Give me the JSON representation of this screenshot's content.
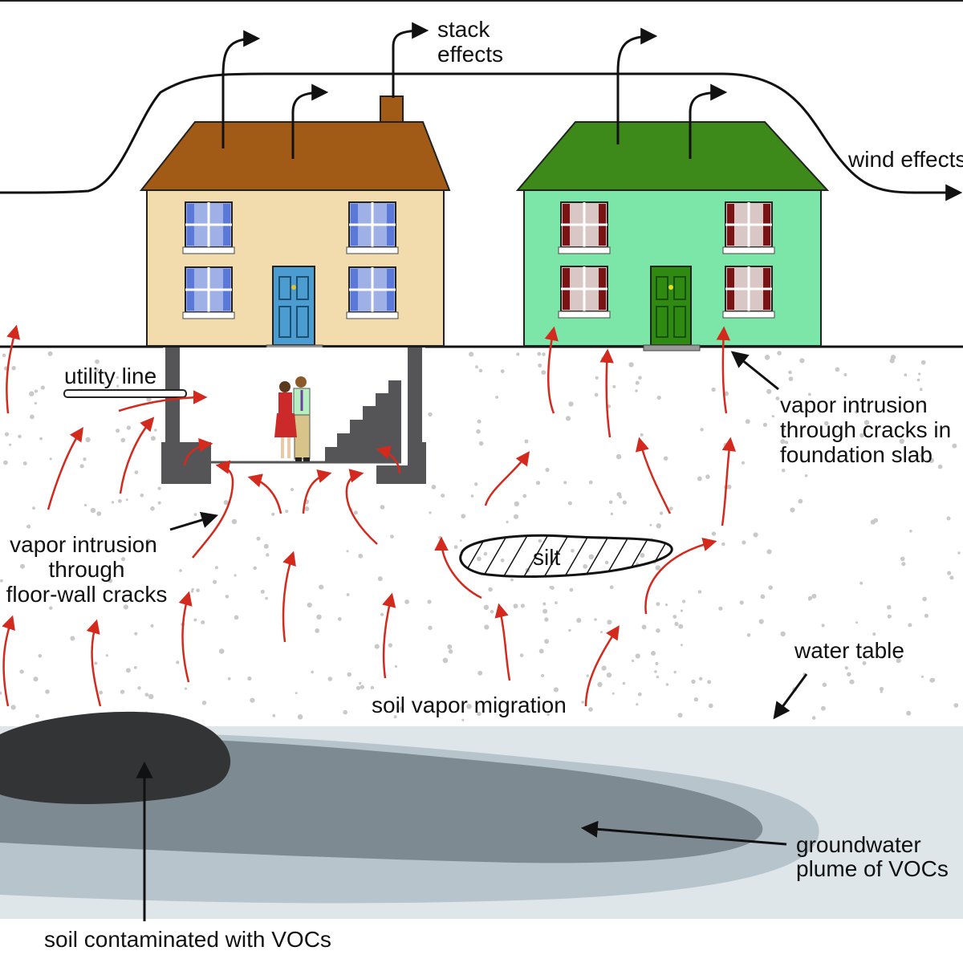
{
  "labels": {
    "stack_line1": "stack",
    "stack_line2": "effects",
    "wind": "wind effects",
    "utility_line": "utility line",
    "slab_line1": "vapor intrusion",
    "slab_line2": "through cracks in",
    "slab_line3": "foundation slab",
    "floor_line1": "vapor intrusion",
    "floor_line2": "through",
    "floor_line3": "floor-wall cracks",
    "silt": "silt",
    "water_table": "water table",
    "soil_vapor": "soil vapor migration",
    "gw_line1": "groundwater",
    "gw_line2": "plume of VOCs",
    "soil_voc": "soil contaminated with VOCs"
  },
  "colors": {
    "vapor_arrow": "#d42a1e",
    "house1_roof": "#a25a17",
    "house1_wall": "#f2dcae",
    "house1_door": "#4b9dd1",
    "house2_roof": "#3d8a1a",
    "house2_wall": "#7ce6a8",
    "house2_door": "#2f8a12",
    "basement_wall": "#555558",
    "groundwater": "#dfe6ea",
    "plume_outer": "#b8c4cb",
    "plume_mid": "#7e8a91",
    "soil_contaminated": "#323436"
  },
  "icons": [
    "vapor-arrow",
    "air-flow-arrow",
    "pointer-arrow",
    "window",
    "door",
    "person"
  ]
}
